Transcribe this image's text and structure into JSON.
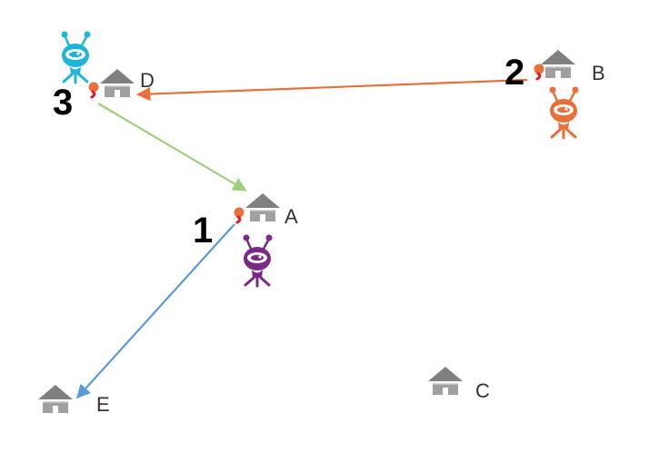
{
  "houses": [
    {
      "id": "A",
      "label": "A"
    },
    {
      "id": "B",
      "label": "B"
    },
    {
      "id": "C",
      "label": "C"
    },
    {
      "id": "D",
      "label": "D"
    },
    {
      "id": "E",
      "label": "E"
    }
  ],
  "step_numbers": {
    "first": "1",
    "second": "2",
    "third": "3"
  },
  "colors": {
    "house": "#808080",
    "ant_purple": "#7a2a86",
    "ant_orange": "#e8703a",
    "ant_cyan": "#1fb6d6",
    "marker": "#e8703a",
    "marker_red": "#e3182d",
    "arrow_orange": "#e8703a",
    "arrow_green": "#9fcf7c",
    "arrow_blue": "#5b9bd5"
  },
  "icons": [
    "house-icon",
    "ant-robot-icon"
  ]
}
